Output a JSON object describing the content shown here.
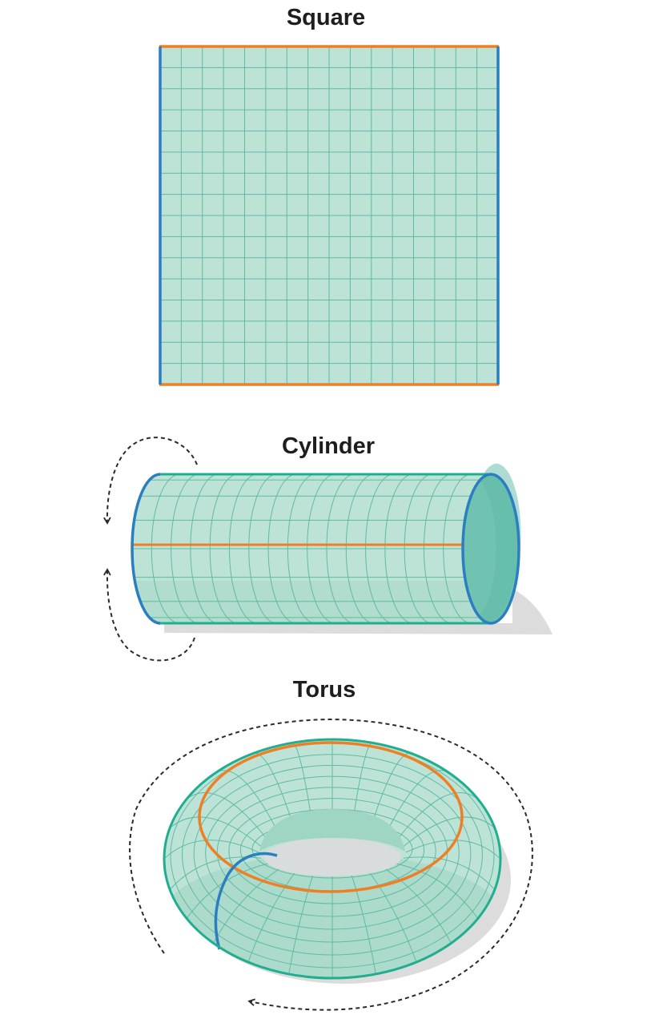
{
  "titles": {
    "square": "Square",
    "cylinder": "Cylinder",
    "torus": "Torus"
  },
  "colors": {
    "surface": "#bde3d6",
    "surface_shade": "#9fd5c3",
    "surface_dark": "#6fc3b0",
    "grid": "#5fbaa6",
    "outline": "#1fae90",
    "edge_orange": "#ee7f24",
    "edge_blue": "#2b7fc1",
    "shadow": "#dcdcdc",
    "arrow": "#2a2a2a",
    "hole": "#d8dcdd"
  },
  "grid": {
    "square_cols": 16,
    "square_rows": 16,
    "cylinder_cols": 16,
    "cylinder_rings": 8,
    "torus_meridians": 24,
    "torus_parallels": 8
  },
  "icons": [
    "curved-dashed-arrow-icon",
    "curved-dashed-arrow-icon",
    "dashed-orbit-arrow-icon"
  ]
}
